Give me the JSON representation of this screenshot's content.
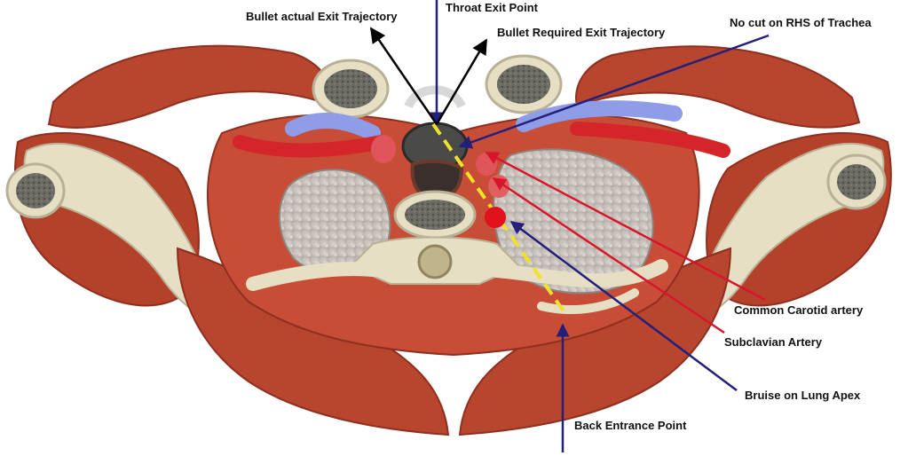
{
  "labels": {
    "bullet_actual_exit_trajectory": "Bullet actual Exit Trajectory",
    "throat_exit_point": "Throat Exit Point",
    "bullet_required_exit_trajectory": "Bullet Required Exit Trajectory",
    "no_cut_rhs_trachea": "No cut on RHS of Trachea",
    "common_carotid_artery": "Common Carotid artery",
    "subclavian_artery": "Subclavian Artery",
    "bruise_on_lung_apex": "Bruise on Lung Apex",
    "back_entrance_point": "Back Entrance Point"
  },
  "colors": {
    "muscle": "#b8452e",
    "muscle_dark": "#8e2f1f",
    "bone": "#e6dfc4",
    "bone_marrow": "#5f5f58",
    "lung": "#ccc6c0",
    "artery": "#d4252a",
    "vein": "#8f9ce8",
    "trachea": "#3a3a3a",
    "navy_arrow": "#23207a",
    "red_arrow": "#d8152b",
    "black_arrow": "#000000",
    "trajectory": "#f0e12a",
    "bruise": "#e0101c"
  }
}
